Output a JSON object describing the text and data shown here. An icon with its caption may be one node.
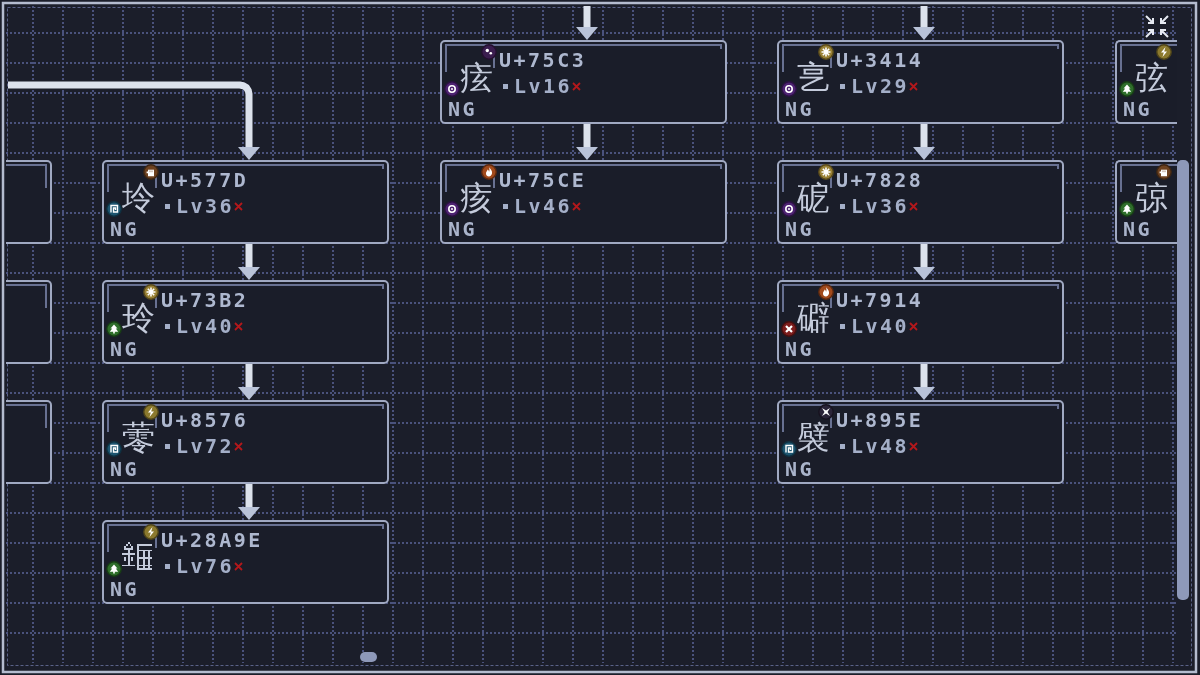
{
  "diagram": {
    "nodes": [
      {
        "text": [
          "痃",
          "U+75C3",
          "Lv16",
          "NG"
        ]
      },
      {
        "text": [
          "㐔",
          "U+3414",
          "Lv29",
          "NG"
        ]
      },
      {
        "text": [
          "弦",
          "NG"
        ]
      },
      {
        "text": [],
        "shape": "box"
      },
      {
        "text": [
          "坽",
          "U+577D",
          "Lv36",
          "NG"
        ]
      },
      {
        "text": [
          "痎",
          "U+75CE",
          "Lv46",
          "NG"
        ]
      },
      {
        "text": [
          "砨",
          "U+7828",
          "Lv36",
          "NG"
        ]
      },
      {
        "text": [
          "弶",
          "NG"
        ]
      },
      {
        "text": [],
        "shape": "box"
      },
      {
        "text": [
          "玲",
          "U+73B2",
          "Lv40",
          "NG"
        ]
      },
      {
        "text": [
          "礔",
          "U+7914",
          "Lv40",
          "NG"
        ]
      },
      {
        "text": [],
        "shape": "box"
      },
      {
        "text": [
          "蕶",
          "U+8576",
          "Lv72",
          "NG"
        ]
      },
      {
        "text": [
          "襞",
          "U+895E",
          "Lv48",
          "NG"
        ]
      },
      {
        "text": [
          "U+28A9E",
          "Lv76",
          "NG"
        ]
      }
    ],
    "edges": [
      {
        "from": null,
        "to": 4,
        "arrow": "to"
      },
      {
        "from": 4,
        "to": 9,
        "arrow": "to"
      },
      {
        "from": 9,
        "to": 12,
        "arrow": "to"
      },
      {
        "from": 12,
        "to": 14,
        "arrow": "to"
      },
      {
        "from": null,
        "to": 0,
        "arrow": "to"
      },
      {
        "from": 0,
        "to": 5,
        "arrow": "to"
      },
      {
        "from": null,
        "to": 1,
        "arrow": "to"
      },
      {
        "from": 1,
        "to": 6,
        "arrow": "to"
      },
      {
        "from": 6,
        "to": 10,
        "arrow": "to"
      },
      {
        "from": 10,
        "to": 13,
        "arrow": "to"
      }
    ]
  }
}
